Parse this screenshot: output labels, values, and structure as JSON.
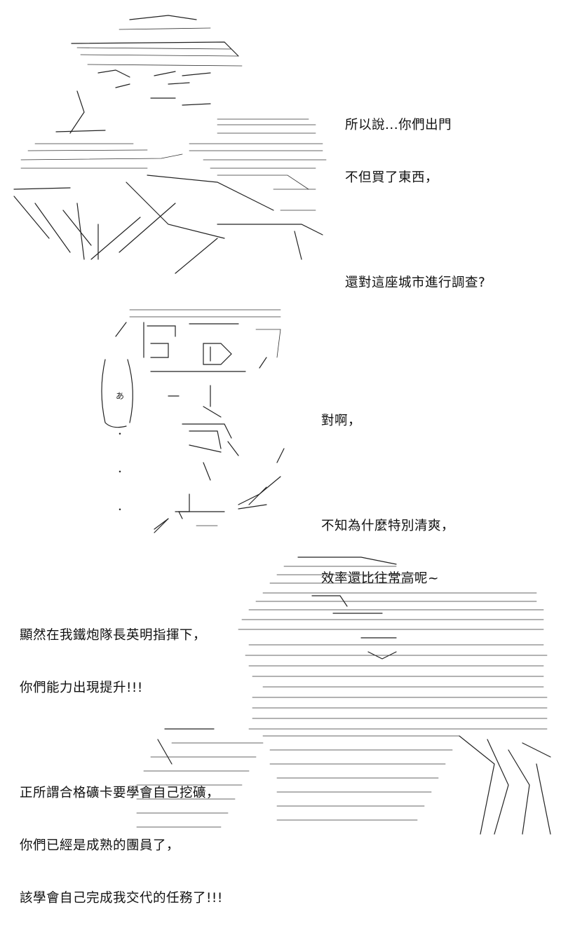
{
  "panels": [
    {
      "id": "panel-1",
      "dialogue": [
        "所以說...你們出門",
        "不但買了東西，",
        "",
        "還對這座城市進行調查?"
      ]
    },
    {
      "id": "panel-2",
      "dialogue": [
        "對啊，",
        "",
        "不知為什麼特別清爽，",
        "效率還比往常高呢~"
      ],
      "bubble_glyphs": [
        "あ",
        "・",
        "・",
        "・"
      ]
    },
    {
      "id": "panel-3",
      "dialogue": [
        "顯然在我鐵炮隊長英明指揮下，",
        "你們能力出現提升!!!",
        "",
        "正所謂合格礦卡要學會自己挖礦，",
        "你們已經是成熟的團員了，",
        "該學會自己完成我交代的任務了!!!"
      ]
    }
  ]
}
